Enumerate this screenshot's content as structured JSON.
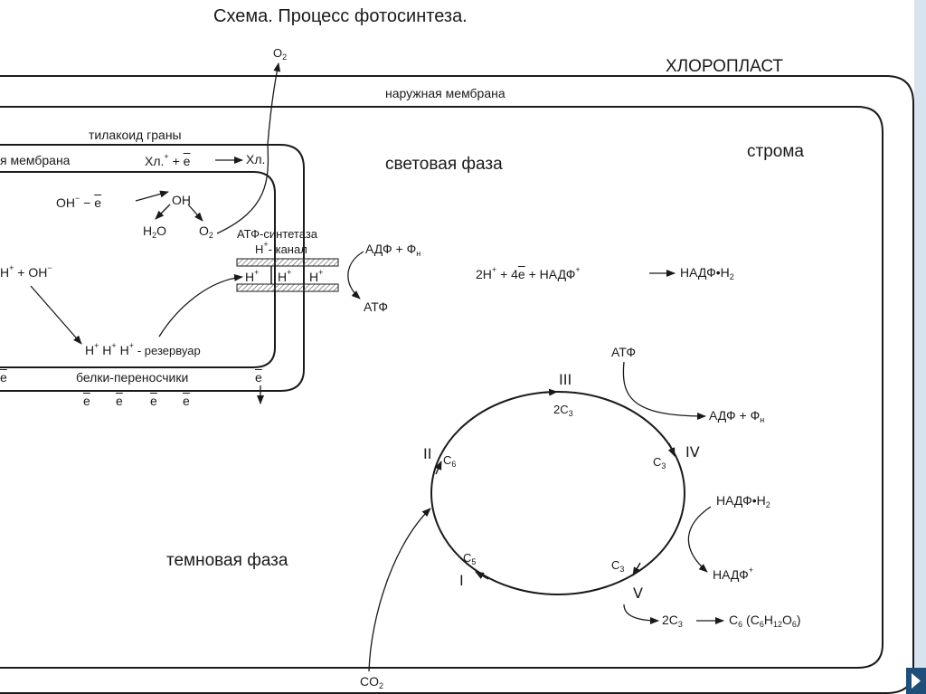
{
  "title": "Схема. Процесс фотосинтеза.",
  "chloroplast": "ХЛОРОПЛАСТ",
  "outer_membrane": "наружная мембрана",
  "stroma": "строма",
  "thylakoid": "тилакоид граны",
  "membrane_fragment": "я мембрана",
  "light_phase": "световая фаза",
  "dark_phase": "темновая фаза",
  "carriers": "белки-переносчики",
  "atp_synthase_1": "АТФ-синтетаза",
  "atp_synthase_2": "H",
  "atp_synthase_2_sup": "+",
  "atp_synthase_2b": "- канал",
  "o2": "O",
  "o2_sub": "2",
  "h2o_sub": "2",
  "e": "e",
  "minus": "−",
  "hl": "Хл.",
  "hl_star": "Хл.",
  "star_sup": "+",
  "plus": "+",
  "arrow_hl": "Хл.",
  "oh_minus_left": "OH",
  "oh_sup": "−",
  "oh": "OH",
  "h2o": "H",
  "h2o_o": "O",
  "h_plus": "H",
  "h_sup": "+",
  "reservoir": "- резервуар",
  "adp_phi": "АДФ + Ф",
  "adp_sub": "н",
  "atf": "АТФ",
  "eq_2h": "2H",
  "eq_4e": "+ 4",
  "eq_nadp": "+  НАДФ",
  "eq_nadp_h2": "НАДФ•H",
  "roman": [
    "I",
    "II",
    "III",
    "IV",
    "V"
  ],
  "c5": "C",
  "c5_sub": "5",
  "c6_sub": "6",
  "c3": "C",
  "c3_sub": "3",
  "two_c3": "2C",
  "nadp_h2": "НАДФ•H",
  "nadp": "НАДФ",
  "glucose_lhs": "2C",
  "glucose_rhs": "C",
  "glucose_formula_a": "(C",
  "glucose_formula_b": "H",
  "glucose_formula_c": "O",
  "glucose_formula_d": ")",
  "glucose_sub_6": "6",
  "glucose_sub_12": "12",
  "co2": "CO",
  "colors": {
    "stroke": "#1a1a1a",
    "accent": "#d7e3ef"
  }
}
